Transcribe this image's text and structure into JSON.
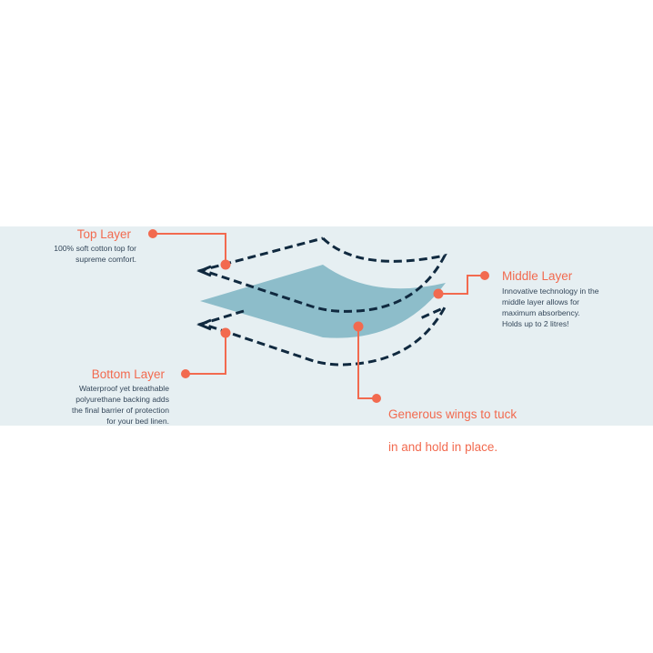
{
  "colors": {
    "background": "#ffffff",
    "band": "#e6eff2",
    "accent": "#f26a4f",
    "dash_stroke": "#10293f",
    "middle_fill": "#8dbdca",
    "text": "#34475a"
  },
  "callouts": {
    "top_layer": {
      "title": "Top Layer",
      "lines": [
        "100% soft cotton top for",
        "supreme comfort."
      ]
    },
    "middle_layer": {
      "title": "Middle Layer",
      "lines": [
        "Innovative technology in the",
        "middle layer allows for",
        "maximum absorbency.",
        "Holds up to 2 litres!"
      ]
    },
    "bottom_layer": {
      "title": "Bottom Layer",
      "lines": [
        "Waterproof yet breathable",
        "polyurethane backing adds",
        "the final barrier of protection",
        "for your bed linen."
      ]
    },
    "wings": {
      "lines": [
        "Generous wings to tuck",
        "in and hold in place."
      ]
    }
  }
}
